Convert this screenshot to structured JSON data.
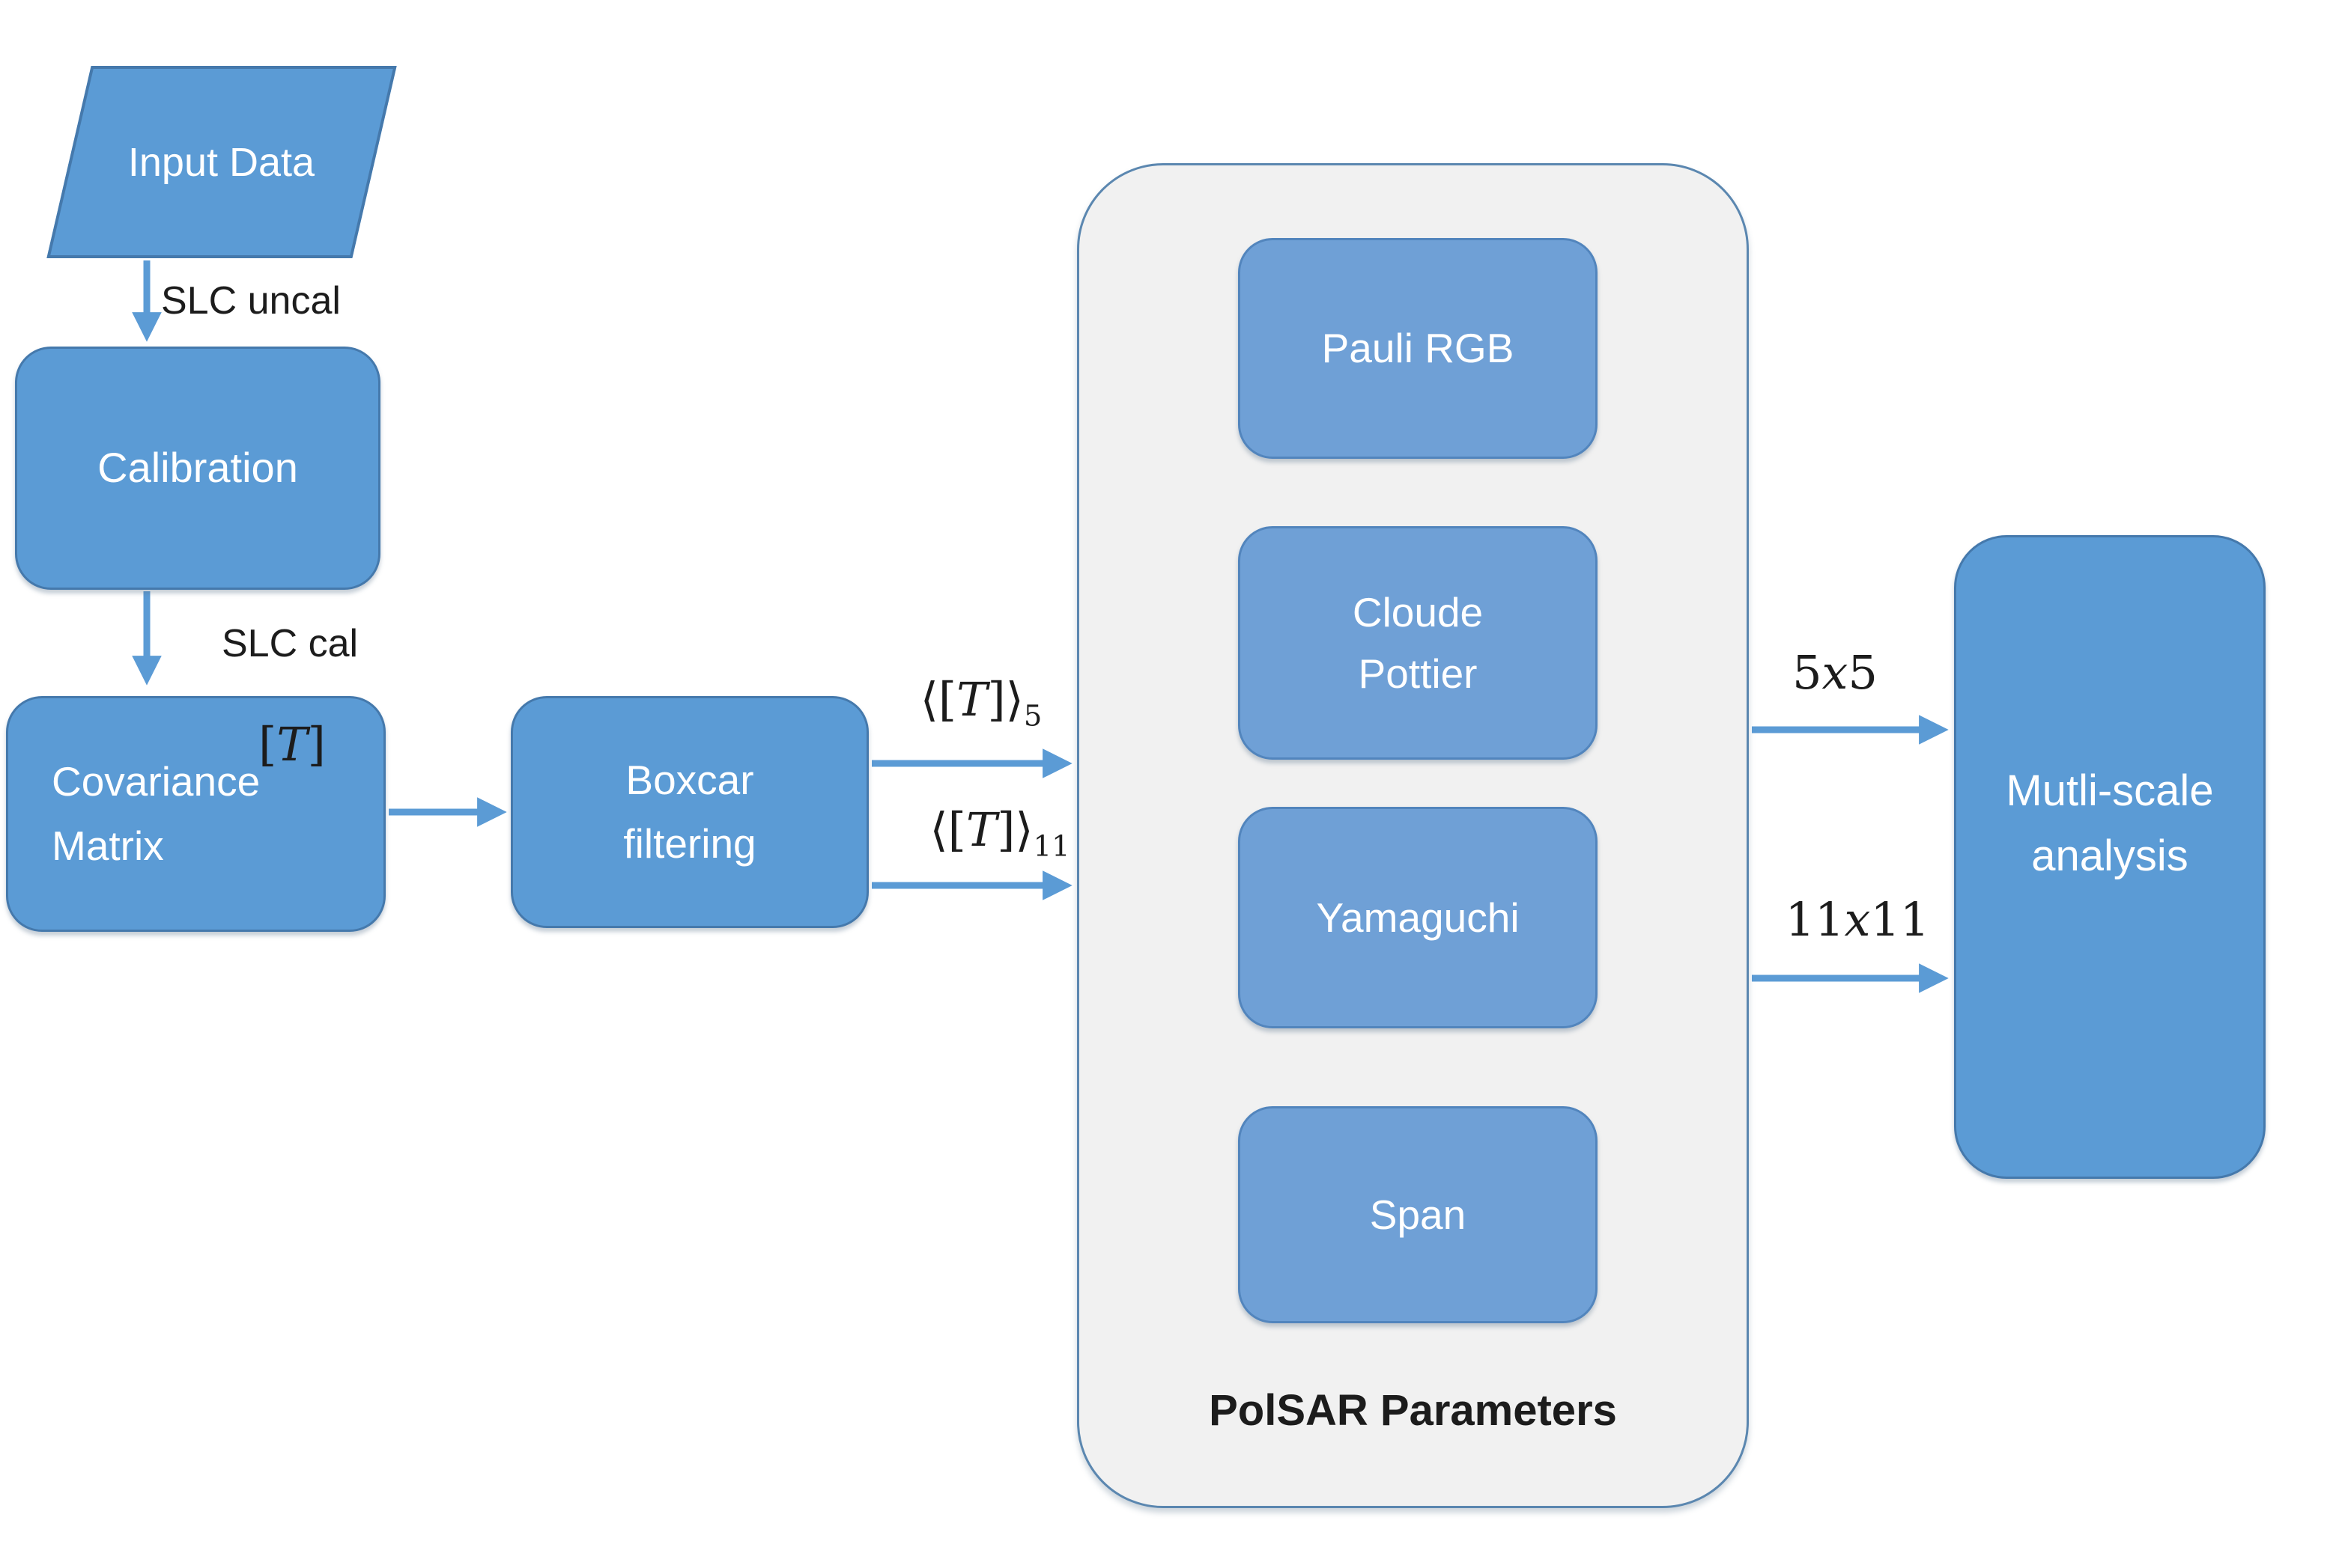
{
  "colors": {
    "accent": "#5B9BD5",
    "node_fill": "#5B9BD5",
    "node_border": "#4579AC",
    "inner_fill": "#6FA0D6",
    "inner_border": "#5285BD",
    "container_fill": "#F1F1F1",
    "container_border": "#5B87B0",
    "label_dark": "#1C1C1C",
    "text_light": "#FFFFFF"
  },
  "nodes": {
    "input_data": {
      "label": "Input Data"
    },
    "calibration": {
      "label": "Calibration"
    },
    "covariance": {
      "line1": "Covariance",
      "line2": "Matrix"
    },
    "boxcar": {
      "line1": "Boxcar",
      "line2": "filtering"
    },
    "multiscale": {
      "line1": "Mutli-scale",
      "line2": "analysis"
    },
    "polsar": {
      "title": "PolSAR Parameters",
      "pauli": "Pauli RGB",
      "cloude_line1": "Cloude",
      "cloude_line2": "Pottier",
      "yamaguchi": "Yamaguchi",
      "span": "Span"
    }
  },
  "edges": {
    "slc_uncal": "SLC uncal",
    "slc_cal": "SLC cal",
    "t": {
      "open": "[",
      "var": "T",
      "close": "]"
    },
    "t5": {
      "open": "⟨[",
      "var": "T",
      "close": "]⟩",
      "sub": "5"
    },
    "t11": {
      "open": "⟨[",
      "var": "T",
      "close": "]⟩",
      "sub": "11"
    },
    "win5": {
      "pre": "5",
      "var": "x",
      "post": "5"
    },
    "win11": {
      "pre": "11",
      "var": "x",
      "post": "11"
    }
  }
}
